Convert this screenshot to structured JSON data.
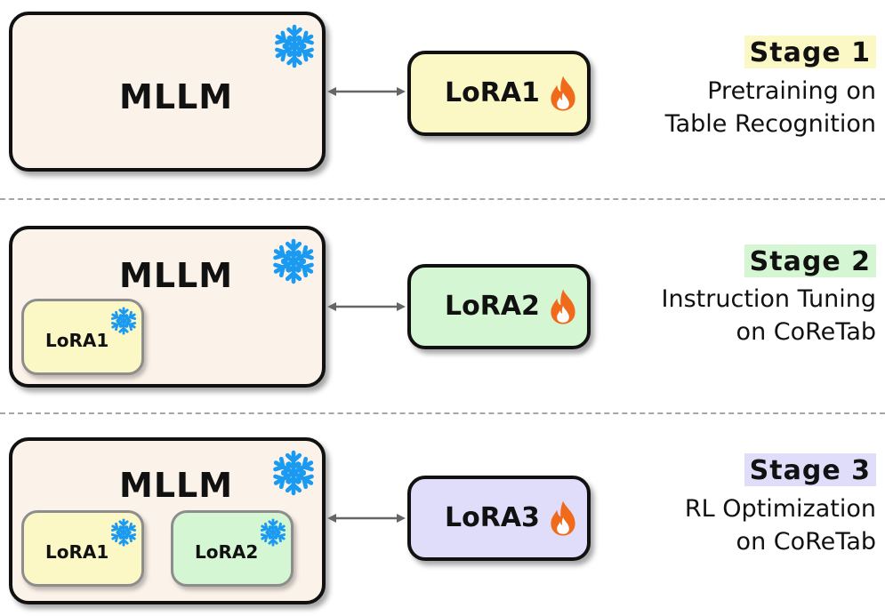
{
  "colors": {
    "mllm_fill": "#fbf2e9",
    "lora1_fill": "#fbf8c6",
    "lora2_fill": "#d5f6d2",
    "lora3_fill": "#e0ddfb",
    "stage1_highlight": "#fbf8c6",
    "stage2_highlight": "#d5f6d2",
    "stage3_highlight": "#e0ddfb",
    "snowflake": "#1a9af0",
    "fire": "#f06a1c"
  },
  "icons": {
    "frozen": "snowflake-icon",
    "trainable": "fire-icon"
  },
  "stages": [
    {
      "mllm_label": "MLLM",
      "lora_label": "LoRA1",
      "stage_label": "Stage 1",
      "desc_line1": "Pretraining on",
      "desc_line2": "Table Recognition"
    },
    {
      "mllm_label": "MLLM",
      "inner_loras": [
        "LoRA1"
      ],
      "lora_label": "LoRA2",
      "stage_label": "Stage 2",
      "desc_line1": "Instruction Tuning",
      "desc_line2": "on CoReTab"
    },
    {
      "mllm_label": "MLLM",
      "inner_loras": [
        "LoRA1",
        "LoRA2"
      ],
      "lora_label": "LoRA3",
      "stage_label": "Stage 3",
      "desc_line1": "RL Optimization",
      "desc_line2": "on CoReTab"
    }
  ]
}
